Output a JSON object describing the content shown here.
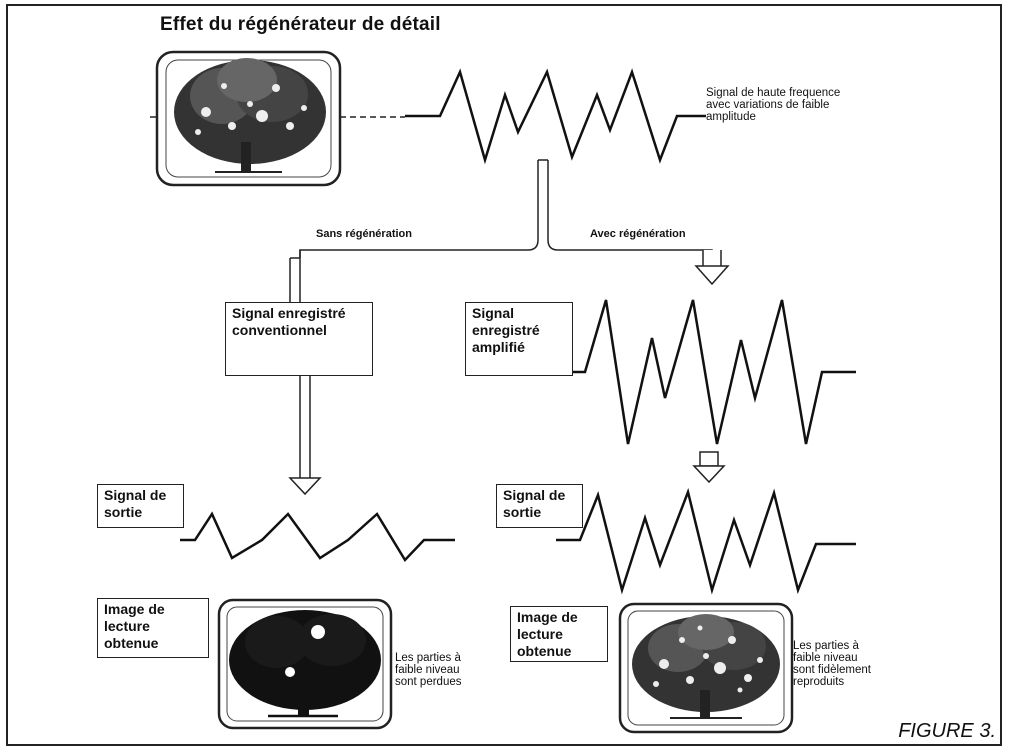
{
  "title": "Effet du régénérateur de détail",
  "input_caption": "Signal de haute frequence avec variations de faible amplitude",
  "branch_left_label": "Sans régénération",
  "branch_right_label": "Avec régénération",
  "box_conventional": "Signal enregistré conventionnel",
  "box_amplified": "Signal enregistré amplifié",
  "box_output_left": "Signal de sortie",
  "box_output_right": "Signal de sortie",
  "box_image_left": "Image de lecture obtenue",
  "box_image_right": "Image de lecture obtenue",
  "caption_lost": "Les parties à faible niveau sont perdues",
  "caption_reproduced": "Les parties à faible niveau sont fidèlement reproduits",
  "figure_label": "FIGURE 3.",
  "colors": {
    "ink": "#111111",
    "paper": "#ffffff"
  }
}
